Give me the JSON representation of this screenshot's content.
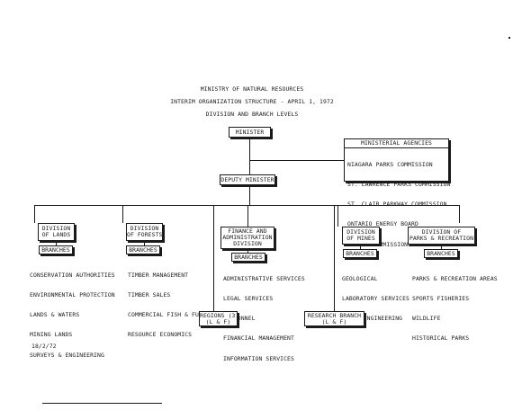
{
  "header": {
    "title": "MINISTRY OF NATURAL RESOURCES",
    "subtitle": "INTERIM ORGANIZATION STRUCTURE - APRIL 1, 1972",
    "subtitle2": "DIVISION AND BRANCH LEVELS"
  },
  "minister": "MINISTER",
  "deputy": "DEPUTY MINISTER",
  "agencies": {
    "heading": "MINISTERIAL AGENCIES",
    "items": [
      "NIAGARA PARKS COMMISSION",
      "ST. LAWRENCE PARKS COMMISSION",
      "ST. CLAIR PARKWAY COMMISSION",
      "ONTARIO ENERGY BOARD",
      "MINING COMMISSIONER"
    ]
  },
  "branches_label": "BRANCHES",
  "divisions": [
    {
      "title_lines": [
        "DIVISION",
        "OF LANDS"
      ],
      "branches": [
        "CONSERVATION AUTHORITIES",
        "ENVIRONMENTAL PROTECTION",
        "LANDS & WATERS",
        "MINING LANDS",
        "SURVEYS & ENGINEERING"
      ]
    },
    {
      "title_lines": [
        "DIVISION",
        "OF FORESTS"
      ],
      "branches": [
        "TIMBER MANAGEMENT",
        "TIMBER SALES",
        "COMMERCIAL FISH & FUR",
        "RESOURCE ECONOMICS"
      ]
    },
    {
      "title_lines": [
        "FINANCE AND",
        "ADMINISTRATION",
        "DIVISION"
      ],
      "branches": [
        "ADMINISTRATIVE SERVICES",
        "LEGAL SERVICES",
        "PERSONNEL",
        "FINANCIAL MANAGEMENT",
        "INFORMATION SERVICES"
      ]
    },
    {
      "title_lines": [
        "DIVISION",
        "OF MINES"
      ],
      "branches": [
        "GEOLOGICAL",
        "LABORATORY SERVICES",
        "MINES ENGINEERING"
      ]
    },
    {
      "title_lines": [
        "DIVISION OF",
        "PARKS & RECREATION"
      ],
      "branches": [
        "PARKS & RECREATION AREAS",
        "SPORTS FISHERIES",
        "WILDLIFE",
        "HISTORICAL PARKS"
      ]
    }
  ],
  "regions": {
    "line1": "REGIONS (3)",
    "line2": "(L & F)"
  },
  "research": {
    "line1": "RESEARCH BRANCH",
    "line2": "(L & F)"
  },
  "footer": {
    "date": "18/2/72"
  }
}
